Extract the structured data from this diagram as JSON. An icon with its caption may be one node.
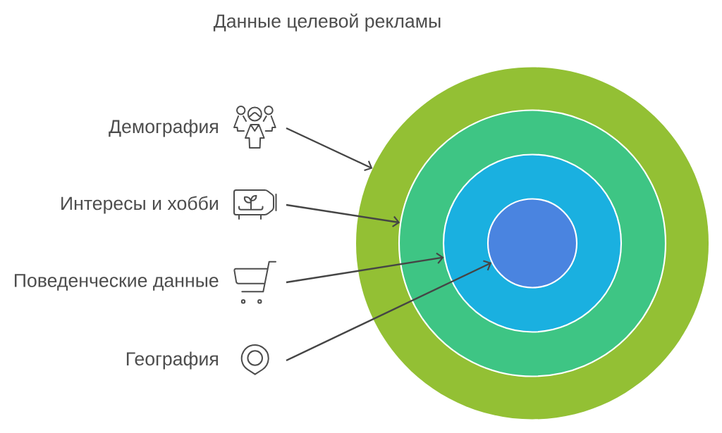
{
  "diagram": {
    "title": "Данные целевой рекламы",
    "nodes": [
      {
        "text": [
          "Демография"
        ]
      },
      {
        "text": [
          "Интересы и хобби"
        ]
      },
      {
        "text": [
          "Поведенческие данные"
        ]
      },
      {
        "text": [
          "География"
        ]
      },
      {
        "text": [],
        "shape": "circle"
      },
      {
        "text": [],
        "shape": "circle",
        "in": 4
      },
      {
        "text": [],
        "shape": "circle",
        "in": 5
      },
      {
        "text": [],
        "shape": "circle",
        "in": 6
      }
    ],
    "edges": [
      {
        "from": 0,
        "to": 4,
        "arrow": "to"
      },
      {
        "from": 1,
        "to": 5,
        "arrow": "to"
      },
      {
        "from": 2,
        "to": 6,
        "arrow": "to"
      },
      {
        "from": 3,
        "to": 7,
        "arrow": "to"
      }
    ]
  }
}
